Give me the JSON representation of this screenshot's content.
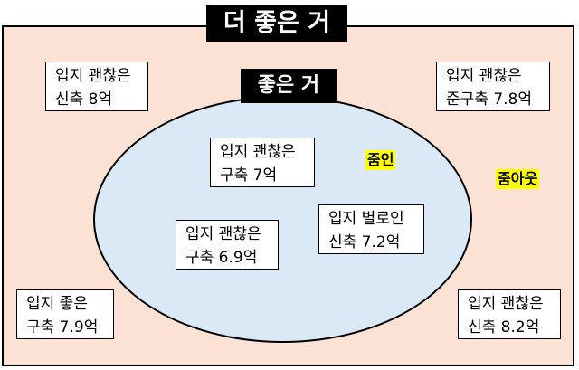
{
  "outer_title": "더 좋은 거",
  "inner_title": "좋은 거",
  "zoom_in_label": "줌인",
  "zoom_out_label": "줌아웃",
  "options": [
    {
      "line1": "입지 괜찮은",
      "line2": "신축 8억"
    },
    {
      "line1": "입지 괜찮은",
      "line2": "준구축 7.8억"
    },
    {
      "line1": "입지 괜찮은",
      "line2": "구축 7억"
    },
    {
      "line1": "입지 괜찮은",
      "line2": "구축 6.9억"
    },
    {
      "line1": "입지 별로인",
      "line2": "신축 7.2억"
    },
    {
      "line1": "입지 좋은",
      "line2": "구축 7.9억"
    },
    {
      "line1": "입지 괜찮은",
      "line2": "신축 8.2억"
    }
  ],
  "colors": {
    "outer_fill": "#fbe2d5",
    "inner_fill": "#dbe9f7",
    "highlight": "#ffff00"
  }
}
